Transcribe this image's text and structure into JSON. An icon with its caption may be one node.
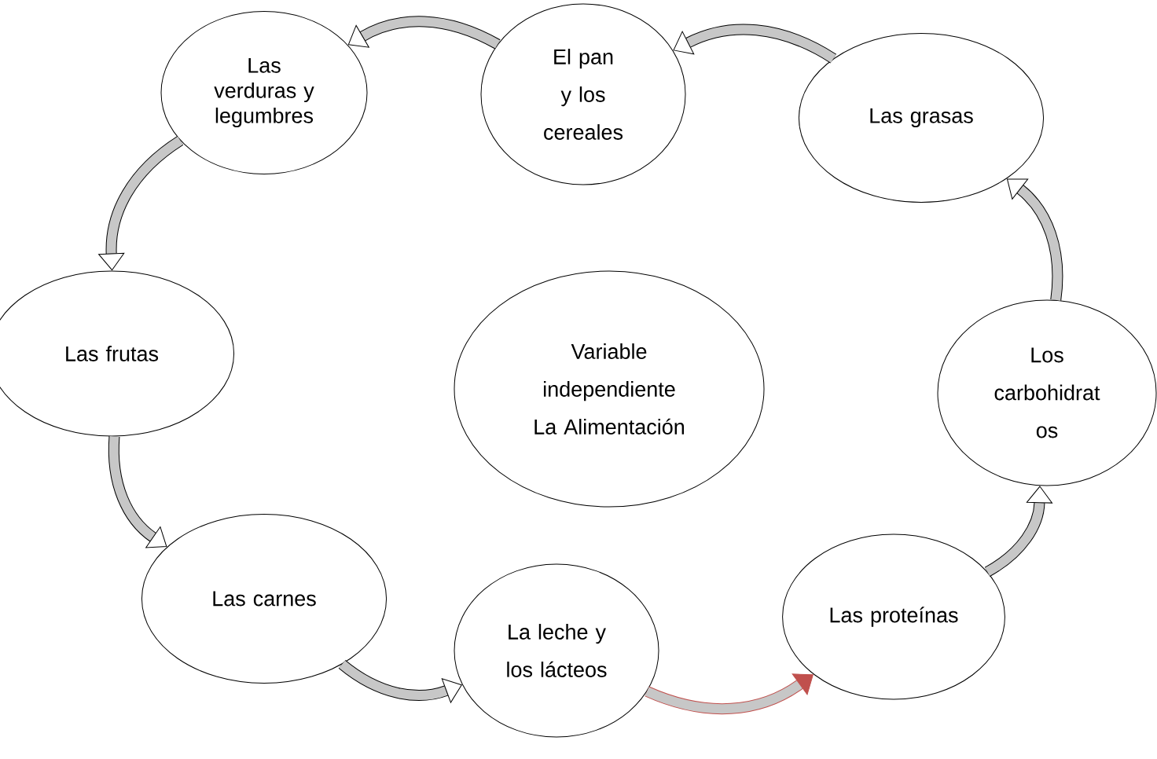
{
  "diagram": {
    "nodes": [
      {
        "text": [
          "Las verduras y legumbres"
        ]
      },
      {
        "text": [
          "El pan y los cereales"
        ]
      },
      {
        "text": [
          "Las grasas"
        ]
      },
      {
        "text": [
          "Los carbohidrat os"
        ]
      },
      {
        "text": [
          "Las proteínas"
        ]
      },
      {
        "text": [
          "La leche y los lácteos"
        ]
      },
      {
        "text": [
          "Las carnes"
        ]
      },
      {
        "text": [
          "Las frutas"
        ]
      },
      {
        "text": [
          "Variable independiente La Alimentación"
        ]
      }
    ],
    "edges": [
      {
        "from": 1,
        "to": 0,
        "arrow": "to"
      },
      {
        "from": 2,
        "to": 1,
        "arrow": "to"
      },
      {
        "from": 3,
        "to": 2,
        "arrow": "to"
      },
      {
        "from": 4,
        "to": 3,
        "arrow": "to"
      },
      {
        "from": 5,
        "to": 4,
        "arrow": "to",
        "color": "#c0504d"
      },
      {
        "from": 6,
        "to": 5,
        "arrow": "to"
      },
      {
        "from": 7,
        "to": 6,
        "arrow": "to"
      },
      {
        "from": 0,
        "to": 7,
        "arrow": "to"
      }
    ]
  }
}
